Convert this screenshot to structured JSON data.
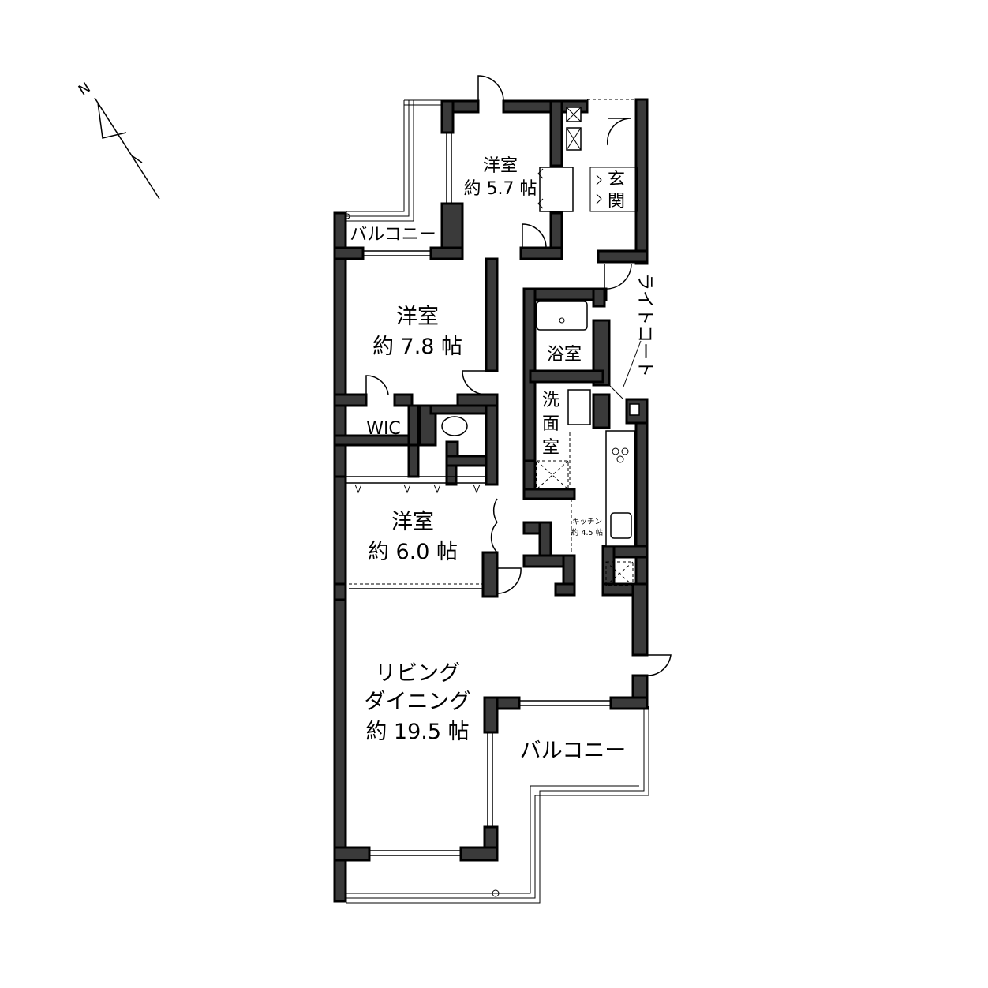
{
  "compass": {
    "north_label": "N"
  },
  "rooms": {
    "western_1": {
      "name": "洋室",
      "size": "約 5.7 帖"
    },
    "entrance": {
      "line1": "玄",
      "line2": "関"
    },
    "balcony_north": {
      "name": "バルコニー"
    },
    "western_2": {
      "name": "洋室",
      "size": "約 7.8 帖"
    },
    "light_court": {
      "name": "ライトコート"
    },
    "bath": {
      "name": "浴室"
    },
    "wic": {
      "name": "WIC"
    },
    "washroom": {
      "line1": "洗",
      "line2": "面",
      "line3": "室"
    },
    "kitchen": {
      "name": "キッチン",
      "size": "約 4.5 帖"
    },
    "western_3": {
      "name": "洋室",
      "size": "約 6.0 帖"
    },
    "living": {
      "line1": "リビング",
      "line2": "ダイニング",
      "size": "約 19.5 帖"
    },
    "balcony_south": {
      "name": "バルコニー"
    }
  }
}
